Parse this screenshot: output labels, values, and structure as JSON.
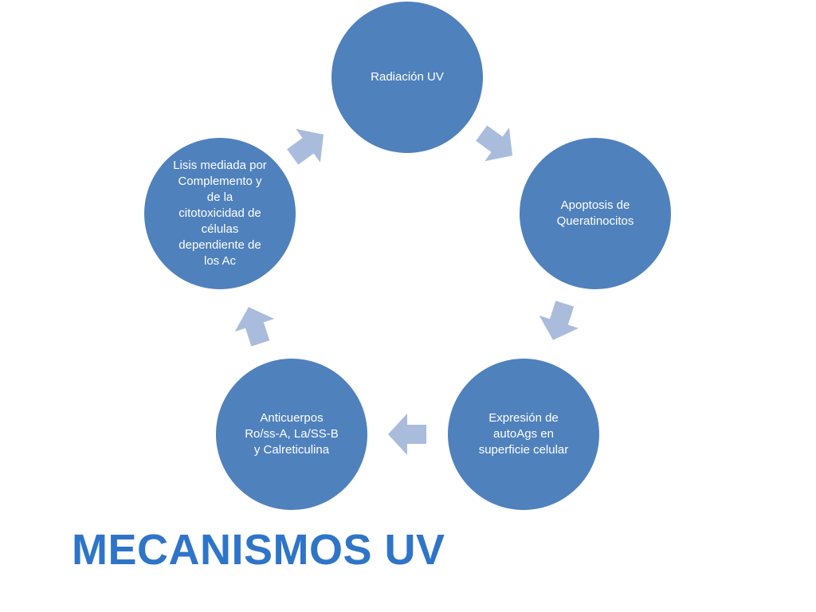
{
  "title": "MECANISMOS UV",
  "colors": {
    "node_fill": "#4f81bd",
    "arrow_fill": "#a9bcdb",
    "title_color": "#2e75c9",
    "node_text": "#ffffff"
  },
  "cycle": {
    "nodes": [
      {
        "label": "Radiación UV"
      },
      {
        "label": "Apoptosis de\nQueratinocitos"
      },
      {
        "label": "Expresión de\nautoAgs en\nsuperficie celular"
      },
      {
        "label": "Anticuerpos\nRo/ss-A, La/SS-B\ny Calreticulina"
      },
      {
        "label": "Lisis mediada por\nComplemento y\nde la\ncitotoxicidad de\ncélulas\ndependiente de\nlos Ac"
      }
    ]
  }
}
